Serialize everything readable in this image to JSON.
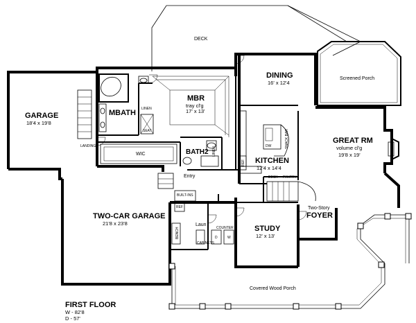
{
  "plan": {
    "labels": {
      "deck": "DECK",
      "dining": "DINING",
      "dining_dim": "16' x 12'4",
      "screened_porch": "Screened Porch",
      "mbr": "MBR",
      "mbr_note": "tray cl'g",
      "mbr_dim": "17' x 13'",
      "mbath": "MBATH",
      "garage": "GARAGE",
      "garage_dim": "18'4 x 19'8",
      "landing": "LANDING",
      "wic": "WIC",
      "bath2": "BATH2",
      "linen": "LINEN",
      "seat": "SEAT",
      "linen2": "LINEN",
      "ref": "REF",
      "dw": "DW",
      "snack_bar": "SNACK BAR",
      "kitchen": "KITCHEN",
      "kitchen_dim": "12'4 x 14'4",
      "great_rm": "GREAT RM",
      "great_note": "volume cl'g",
      "great_dim": "19'8 x 19'",
      "desk": "DESK",
      "pantry": "PANTRY",
      "entry": "Entry",
      "built_ins": "BUILT-INS",
      "ref2": "REF",
      "two_car": "TWO-CAR GARAGE",
      "two_car_dim": "21'8 x 23'8",
      "laun": "Laun",
      "counter": "COUNTER",
      "bench": "BENCH",
      "cabinets": "CABINETS",
      "d": "D",
      "w": "W",
      "study": "STUDY",
      "study_dim": "12' x 13'",
      "foyer_top": "Two-Story",
      "foyer": "FOYER",
      "porch": "Covered Wood Porch",
      "floor_title": "FIRST FLOOR",
      "width": "W - 82'8",
      "depth": "D - 57'"
    }
  }
}
